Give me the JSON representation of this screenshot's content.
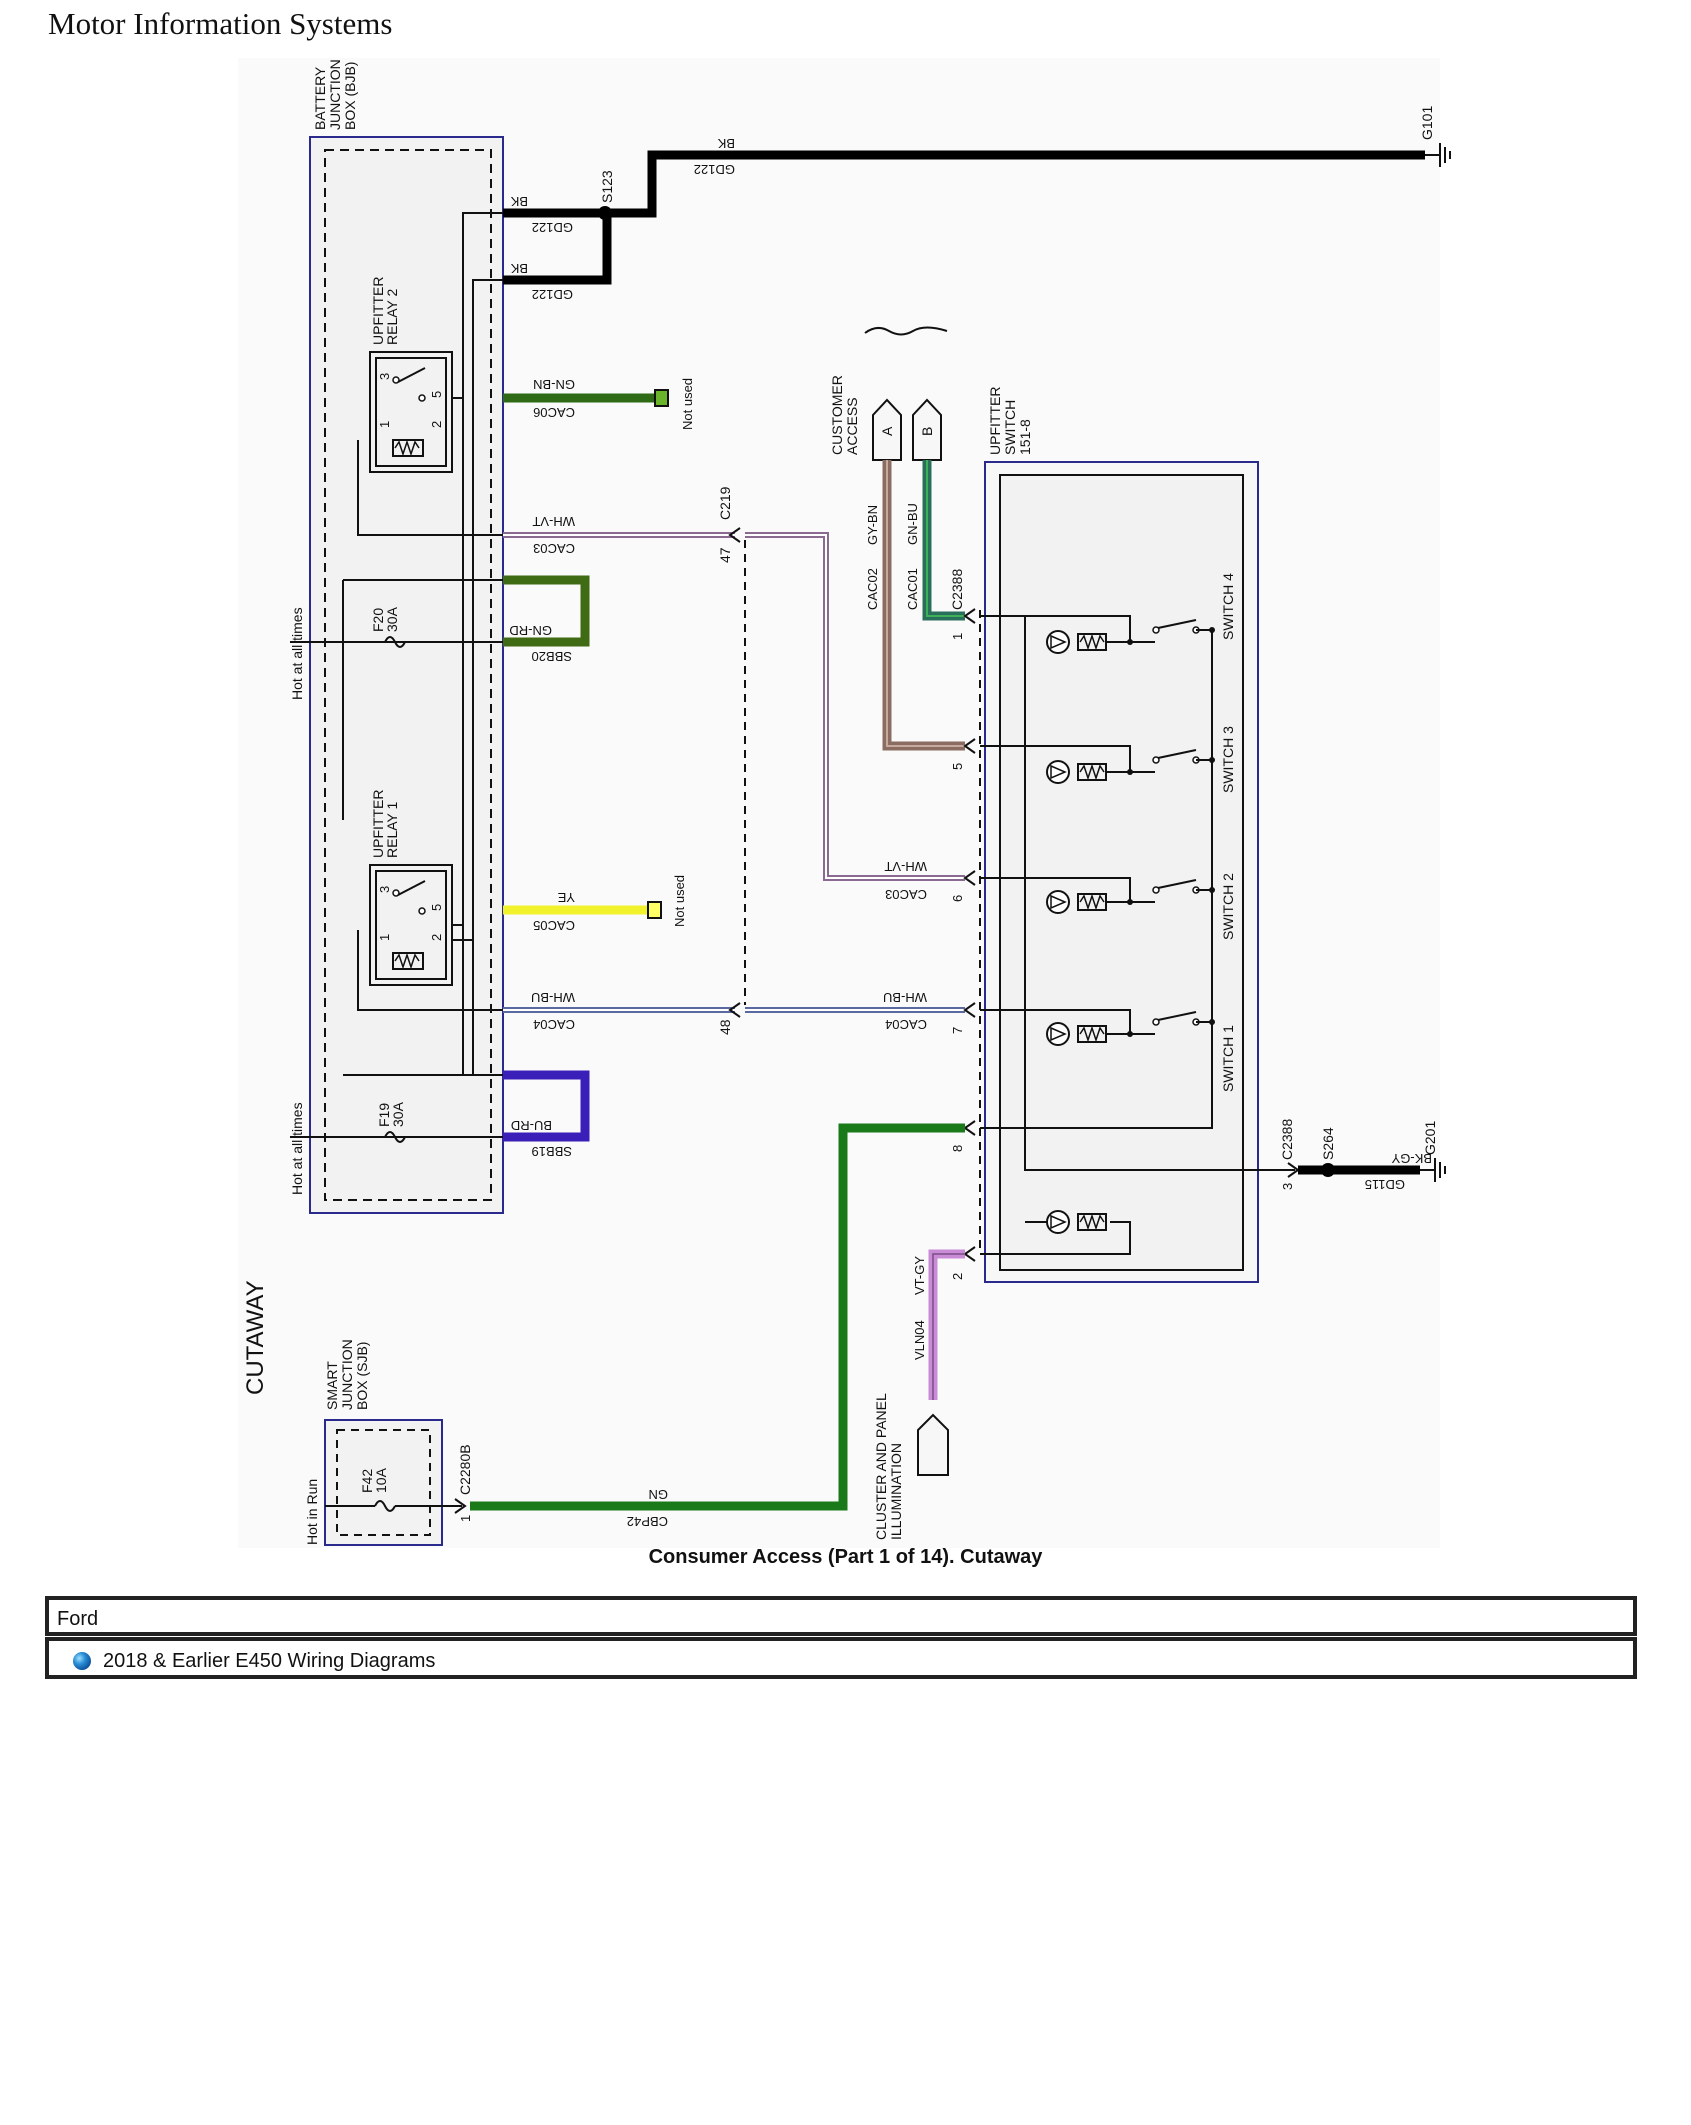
{
  "header": {
    "site_title": "Motor Information Systems"
  },
  "diagram": {
    "section_label": "CUTAWAY",
    "bjb_label": [
      "BATTERY",
      "JUNCTION",
      "BOX (BJB)"
    ],
    "sjb_label": [
      "SMART",
      "JUNCTION",
      "BOX (SJB)"
    ],
    "relay2_label": [
      "UPFITTER",
      "RELAY 2"
    ],
    "relay1_label": [
      "UPFITTER",
      "RELAY 1"
    ],
    "relay_pins": [
      "3",
      "5",
      "1",
      "2"
    ],
    "fuse_f20": [
      "F20",
      "30A"
    ],
    "fuse_f19": [
      "F19",
      "30A"
    ],
    "fuse_f42": [
      "F42",
      "10A"
    ],
    "hot_at_all_times": "Hot at all times",
    "hot_in_run": "Hot in Run",
    "not_used": "Not used",
    "splice_s123": "S123",
    "splice_s264": "S264",
    "ground_g101": "G101",
    "ground_g201": "G201",
    "connector_c219": "C219",
    "connector_c2388": "C2388",
    "connector_c2280b": "C2280B",
    "pin_47": "47",
    "pin_48": "48",
    "pin_1": "1",
    "pin_5": "5",
    "pin_6": "6",
    "pin_7": "7",
    "pin_8": "8",
    "pin_3": "3",
    "pin_2": "2",
    "customer_access": [
      "CUSTOMER",
      "ACCESS"
    ],
    "terminal_a": "A",
    "terminal_b": "B",
    "upfitter_switch": [
      "UPFITTER",
      "SWITCH",
      "151-8"
    ],
    "switch_labels": [
      "SWITCH 4",
      "SWITCH 3",
      "SWITCH 2",
      "SWITCH 1"
    ],
    "cluster_label": [
      "CLUSTER AND PANEL",
      "ILLUMINATION"
    ],
    "wires": {
      "bk": "BK",
      "gd122": "GD122",
      "gn_bn": "GN-BN",
      "cac06": "CAC06",
      "wh_vt": "WH-VT",
      "cac03": "CAC03",
      "gn_rd": "GN-RD",
      "sbb20": "SBB20",
      "ye": "YE",
      "cac05": "CAC05",
      "wh_bu": "WH-BU",
      "cac04": "CAC04",
      "bu_rd": "BU-RD",
      "sbb19": "SBB19",
      "gy_bn": "GY-BN",
      "cac02": "CAC02",
      "gn_bu": "GN-BU",
      "cac01": "CAC01",
      "bk_gy": "BK-GY",
      "gd115": "GD115",
      "vt_gy": "VT-GY",
      "vln04": "VLN04",
      "gn": "GN",
      "cbp42": "CBP42"
    },
    "caption": "Consumer Access (Part 1 of 14). Cutaway"
  },
  "footer": {
    "make": "Ford",
    "model": "2018 & Earlier E450 Wiring Diagrams"
  },
  "colors": {
    "black": "#000000",
    "green_dark": "#2f6b16",
    "green": "#1a7a1a",
    "yellow": "#ffff33",
    "blue_purple": "#3a1fb8",
    "gy_bn": "#8a6d60",
    "gn_bu": "#2a6f5a",
    "vt_gy": "#c98bd6",
    "box_border": "#2a2a8c",
    "box_fill": "#f2f2f2"
  }
}
